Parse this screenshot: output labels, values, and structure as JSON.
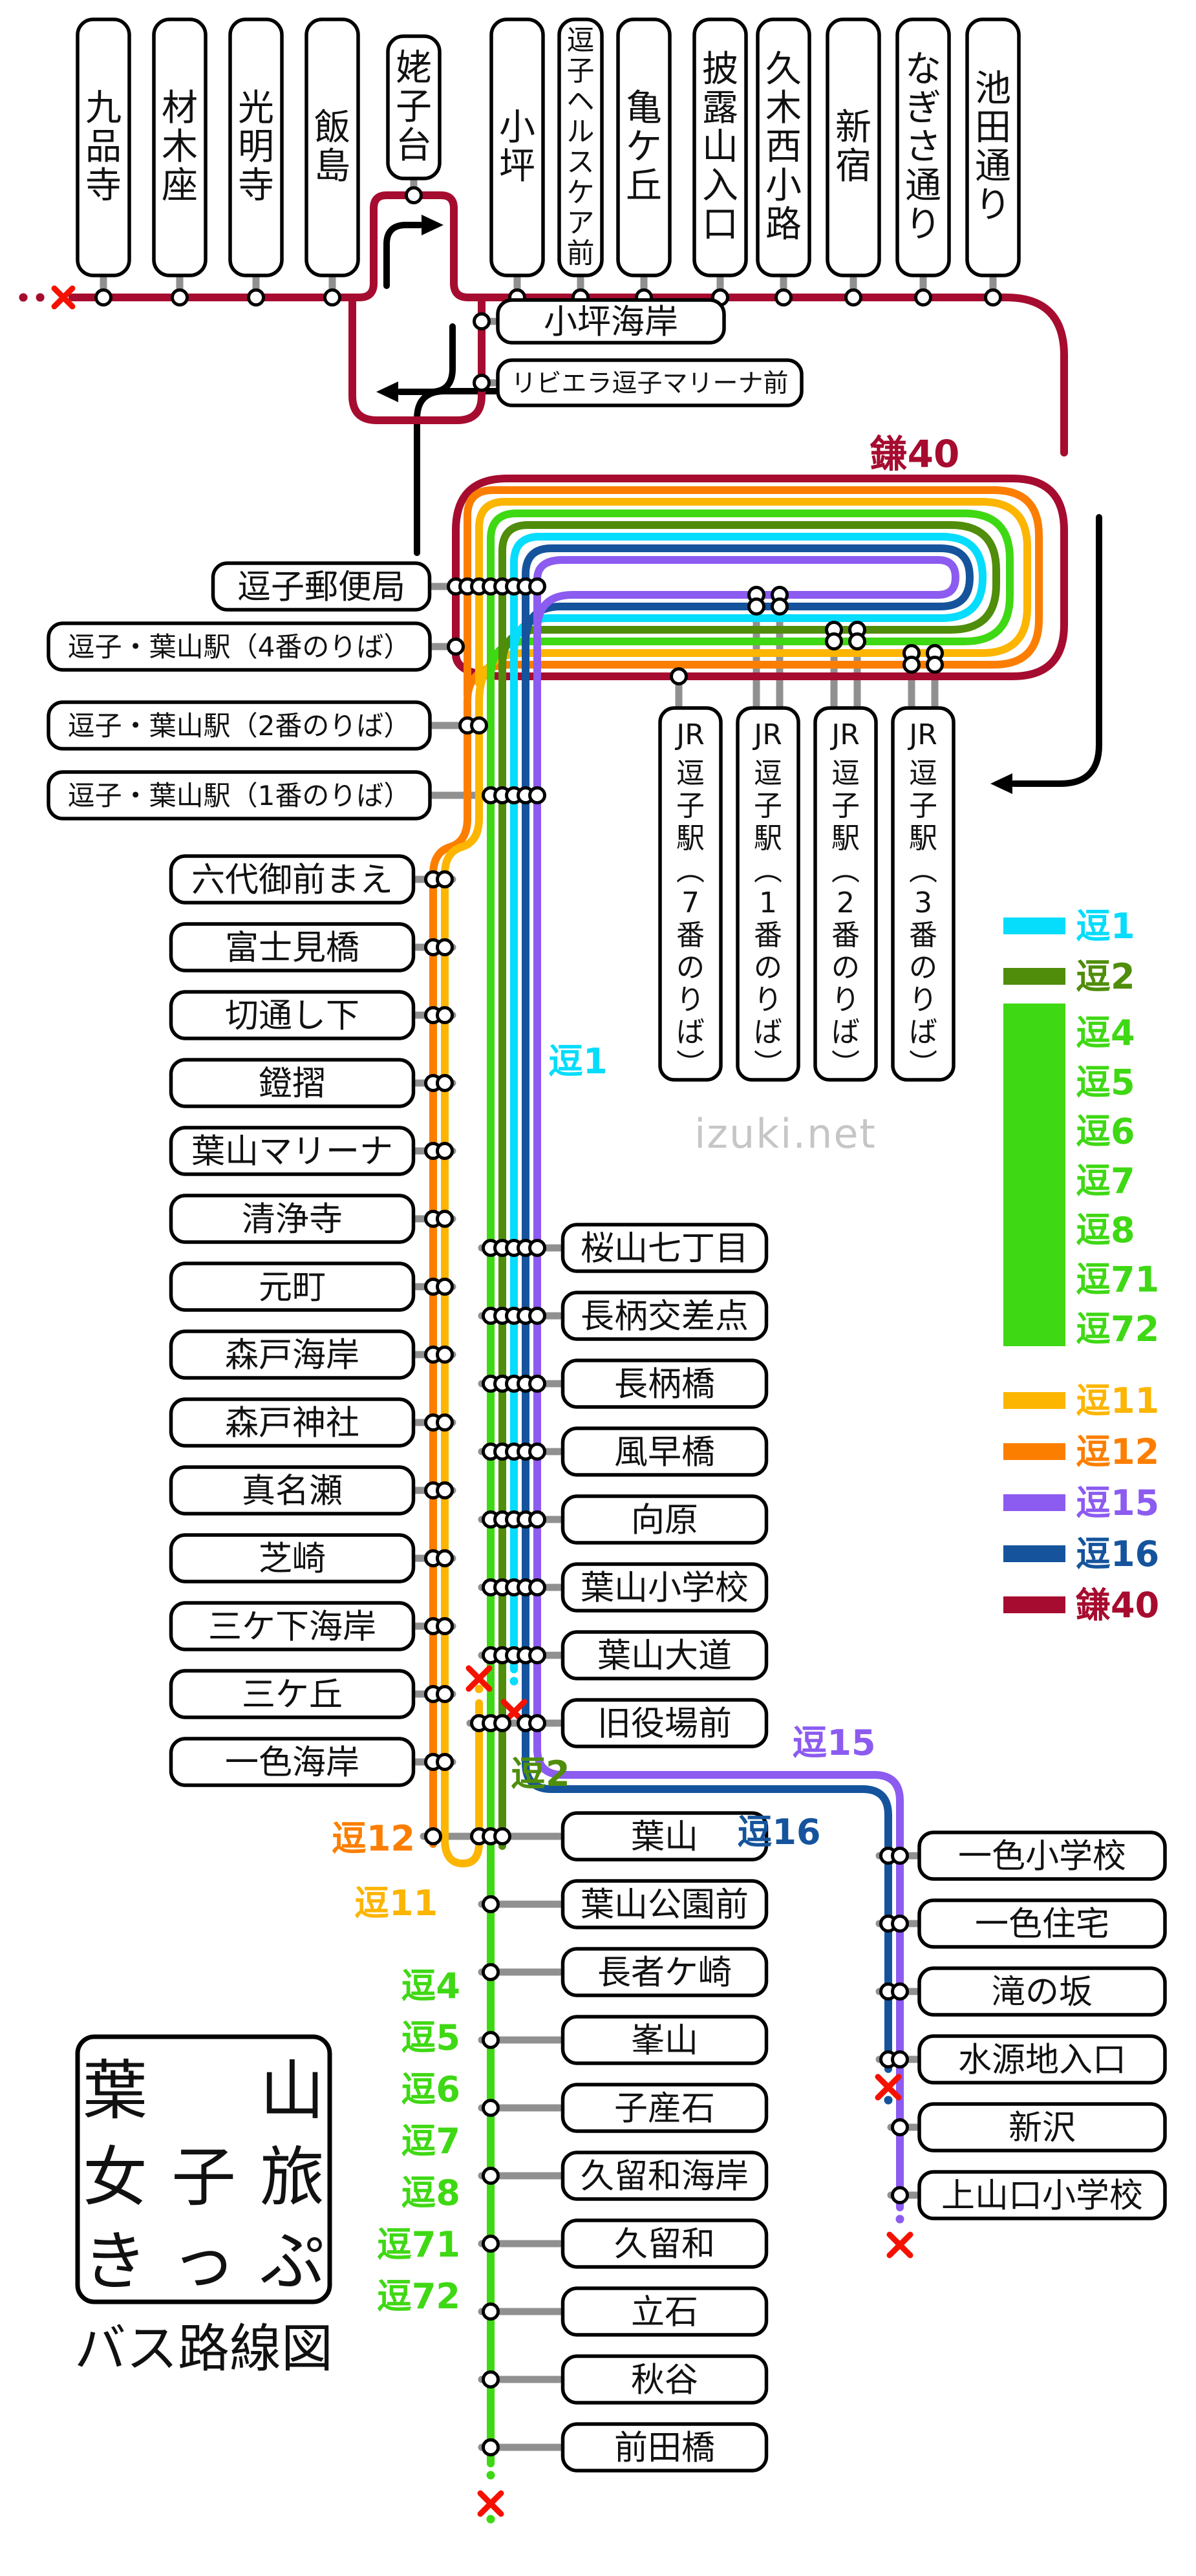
{
  "page": {
    "watermark": "izuki.net",
    "caption": "バス路線図",
    "background": "#ffffff"
  },
  "logo": {
    "rows": [
      [
        "葉",
        "山"
      ],
      [
        "女",
        "子",
        "旅"
      ],
      [
        "き",
        "っ",
        "ぷ"
      ]
    ]
  },
  "colors": {
    "kama40": "#a60c2f",
    "zu1": "#06dcfc",
    "zu2": "#4f8d0b",
    "zu4group": "#3fd814",
    "zu11": "#fcb500",
    "zu12": "#fc7e00",
    "zu15": "#8c5bf0",
    "zu16": "#15549c",
    "terminus_x": "#f51100",
    "stub": "#909090",
    "box_border": "#000000",
    "watermark_gray": "#c6c6c6"
  },
  "route_labels": {
    "kama40": "鎌40",
    "zu1": "逗1",
    "zu2": "逗2",
    "zu11": "逗11",
    "zu12": "逗12",
    "zu15": "逗15",
    "zu16": "逗16",
    "green_group": [
      "逗4",
      "逗5",
      "逗6",
      "逗7",
      "逗8",
      "逗71",
      "逗72"
    ]
  },
  "legend": [
    {
      "type": "small",
      "route": "zu1",
      "label": "逗1"
    },
    {
      "type": "small",
      "route": "zu2",
      "label": "逗2"
    },
    {
      "type": "big",
      "route": "zu4group",
      "labels": [
        "逗4",
        "逗5",
        "逗6",
        "逗7",
        "逗8",
        "逗71",
        "逗72"
      ]
    },
    {
      "type": "small",
      "route": "zu11",
      "label": "逗11"
    },
    {
      "type": "small",
      "route": "zu12",
      "label": "逗12"
    },
    {
      "type": "small",
      "route": "zu15",
      "label": "逗15"
    },
    {
      "type": "small",
      "route": "zu16",
      "label": "逗16"
    },
    {
      "type": "small",
      "route": "kama40",
      "label": "鎌40"
    }
  ],
  "stations": {
    "top": [
      "九品寺",
      "材木座",
      "光明寺",
      "飯島",
      "姥子台",
      "小坪",
      "逗子ヘルスケア前",
      "亀ケ丘",
      "披露山入口",
      "久木西小路",
      "新宿",
      "なぎさ通り",
      "池田通り"
    ],
    "branch": [
      "小坪海岸",
      "リビエラ逗子マリーナ前"
    ],
    "hub": [
      "逗子郵便局",
      "逗子・葉山駅（4番のりば）",
      "逗子・葉山駅（2番のりば）",
      "逗子・葉山駅（1番のりば）"
    ],
    "jr": [
      "JR逗子駅（7番のりば）",
      "JR逗子駅（1番のりば）",
      "JR逗子駅（2番のりば）",
      "JR逗子駅（3番のりば）"
    ],
    "coast": [
      "六代御前まえ",
      "富士見橋",
      "切通し下",
      "鐙摺",
      "葉山マリーナ",
      "清浄寺",
      "元町",
      "森戸海岸",
      "森戸神社",
      "真名瀬",
      "芝崎",
      "三ケ下海岸",
      "三ケ丘",
      "一色海岸"
    ],
    "central": [
      "桜山七丁目",
      "長柄交差点",
      "長柄橋",
      "風早橋",
      "向原",
      "葉山小学校",
      "葉山大道",
      "旧役場前",
      "葉山",
      "葉山公園前",
      "長者ケ崎",
      "峯山",
      "子産石",
      "久留和海岸",
      "久留和",
      "立石",
      "秋谷",
      "前田橋"
    ],
    "east": [
      "一色小学校",
      "一色住宅",
      "滝の坂",
      "水源地入口",
      "新沢",
      "上山口小学校"
    ]
  }
}
